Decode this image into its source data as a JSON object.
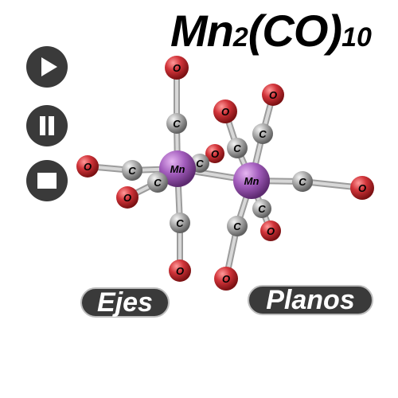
{
  "title": {
    "main": "Mn",
    "sub1": "2",
    "mid": "(CO)",
    "sub2": "10"
  },
  "controls": [
    {
      "icon": "play-icon"
    },
    {
      "icon": "pause-icon"
    },
    {
      "icon": "stop-icon"
    }
  ],
  "buttons": {
    "ejes": "Ejes",
    "planos": "Planos"
  },
  "labels": {
    "manganese": "Mn",
    "carbon": "C",
    "oxygen": "O"
  },
  "colors": {
    "manganese": "#a25cbc",
    "carbon": "#9a9a9a",
    "oxygen": "#c0282c",
    "bond": "#d8d8d8",
    "button": "#3a3a3a"
  }
}
